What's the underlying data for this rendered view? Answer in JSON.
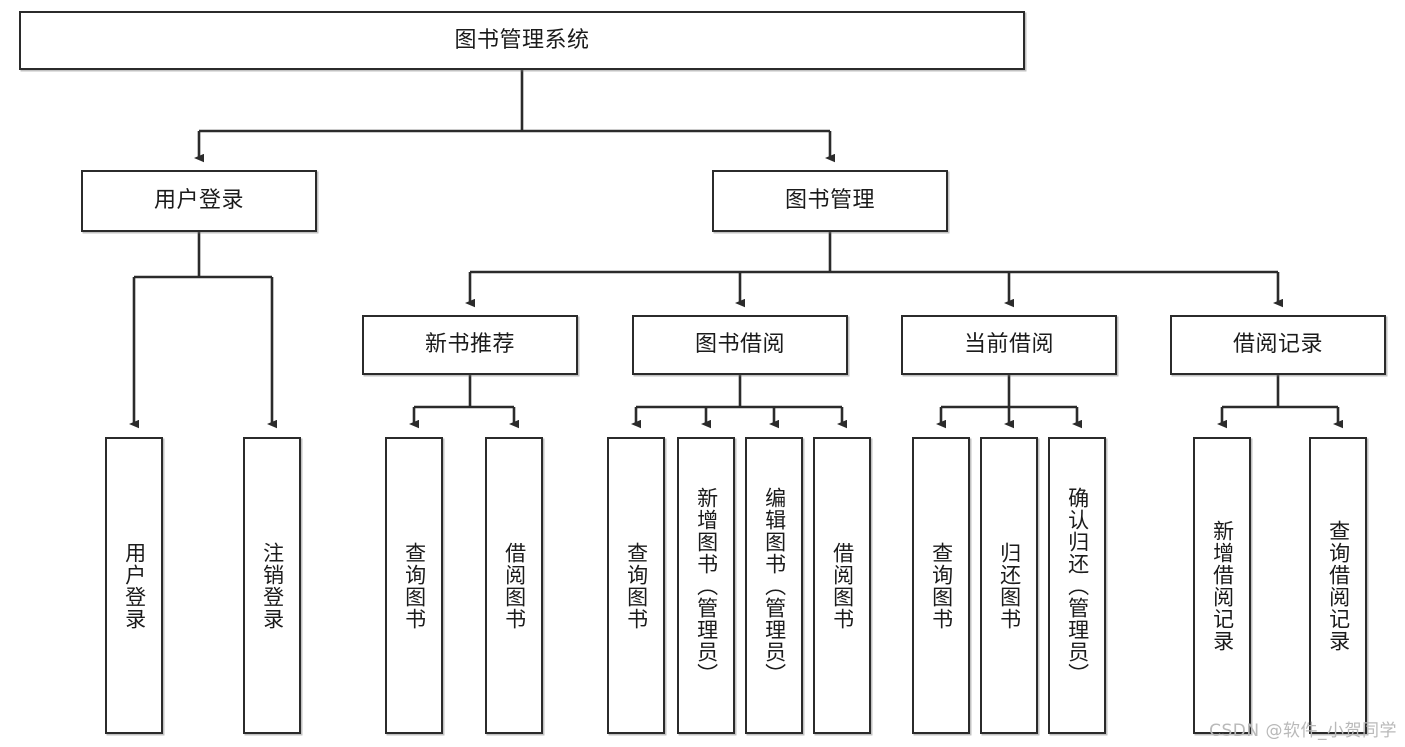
{
  "diagram": {
    "title": "图书管理系统",
    "type": "functional-structure-tree",
    "watermark": "CSDN @软件_小贺同学",
    "colors": {
      "stroke": "#2b2b2b",
      "fill": "#ffffff",
      "text": "#1b1b1b",
      "watermark": "#b9b9b9"
    },
    "nodes": {
      "root": {
        "label": "图书管理系统",
        "level": 0,
        "orientation": "horizontal"
      },
      "user_login": {
        "label": "用户登录",
        "level": 1,
        "orientation": "horizontal"
      },
      "book_manage": {
        "label": "图书管理",
        "level": 1,
        "orientation": "horizontal"
      },
      "new_book_rec": {
        "label": "新书推荐",
        "level": 2,
        "orientation": "horizontal"
      },
      "book_borrow": {
        "label": "图书借阅",
        "level": 2,
        "orientation": "horizontal"
      },
      "current_borrow": {
        "label": "当前借阅",
        "level": 2,
        "orientation": "horizontal"
      },
      "borrow_record": {
        "label": "借阅记录",
        "level": 2,
        "orientation": "horizontal"
      },
      "leaf_user_login": {
        "label": "用户登录",
        "level": 3,
        "orientation": "vertical"
      },
      "leaf_logout": {
        "label": "注销登录",
        "level": 3,
        "orientation": "vertical"
      },
      "leaf_query_book_1": {
        "label": "查询图书",
        "level": 3,
        "orientation": "vertical"
      },
      "leaf_borrow_book_1": {
        "label": "借阅图书",
        "level": 3,
        "orientation": "vertical"
      },
      "leaf_query_book_2": {
        "label": "查询图书",
        "level": 3,
        "orientation": "vertical"
      },
      "leaf_add_book": {
        "label": "新增图书（管理员）",
        "level": 3,
        "orientation": "vertical"
      },
      "leaf_edit_book": {
        "label": "编辑图书（管理员）",
        "level": 3,
        "orientation": "vertical"
      },
      "leaf_borrow_book_2": {
        "label": "借阅图书",
        "level": 3,
        "orientation": "vertical"
      },
      "leaf_query_book_3": {
        "label": "查询图书",
        "level": 3,
        "orientation": "vertical"
      },
      "leaf_return_book": {
        "label": "归还图书",
        "level": 3,
        "orientation": "vertical"
      },
      "leaf_confirm_return": {
        "label": "确认归还（管理员）",
        "level": 3,
        "orientation": "vertical"
      },
      "leaf_add_record": {
        "label": "新增借阅记录",
        "level": 3,
        "orientation": "vertical"
      },
      "leaf_query_record": {
        "label": "查询借阅记录",
        "level": 3,
        "orientation": "vertical"
      }
    },
    "edges": [
      {
        "from": "root",
        "to": "user_login"
      },
      {
        "from": "root",
        "to": "book_manage"
      },
      {
        "from": "user_login",
        "to": "leaf_user_login"
      },
      {
        "from": "user_login",
        "to": "leaf_logout"
      },
      {
        "from": "book_manage",
        "to": "new_book_rec"
      },
      {
        "from": "book_manage",
        "to": "book_borrow"
      },
      {
        "from": "book_manage",
        "to": "current_borrow"
      },
      {
        "from": "book_manage",
        "to": "borrow_record"
      },
      {
        "from": "new_book_rec",
        "to": "leaf_query_book_1"
      },
      {
        "from": "new_book_rec",
        "to": "leaf_borrow_book_1"
      },
      {
        "from": "book_borrow",
        "to": "leaf_query_book_2"
      },
      {
        "from": "book_borrow",
        "to": "leaf_add_book"
      },
      {
        "from": "book_borrow",
        "to": "leaf_edit_book"
      },
      {
        "from": "book_borrow",
        "to": "leaf_borrow_book_2"
      },
      {
        "from": "current_borrow",
        "to": "leaf_query_book_3"
      },
      {
        "from": "current_borrow",
        "to": "leaf_return_book"
      },
      {
        "from": "current_borrow",
        "to": "leaf_confirm_return"
      },
      {
        "from": "borrow_record",
        "to": "leaf_add_record"
      },
      {
        "from": "borrow_record",
        "to": "leaf_query_record"
      }
    ]
  }
}
